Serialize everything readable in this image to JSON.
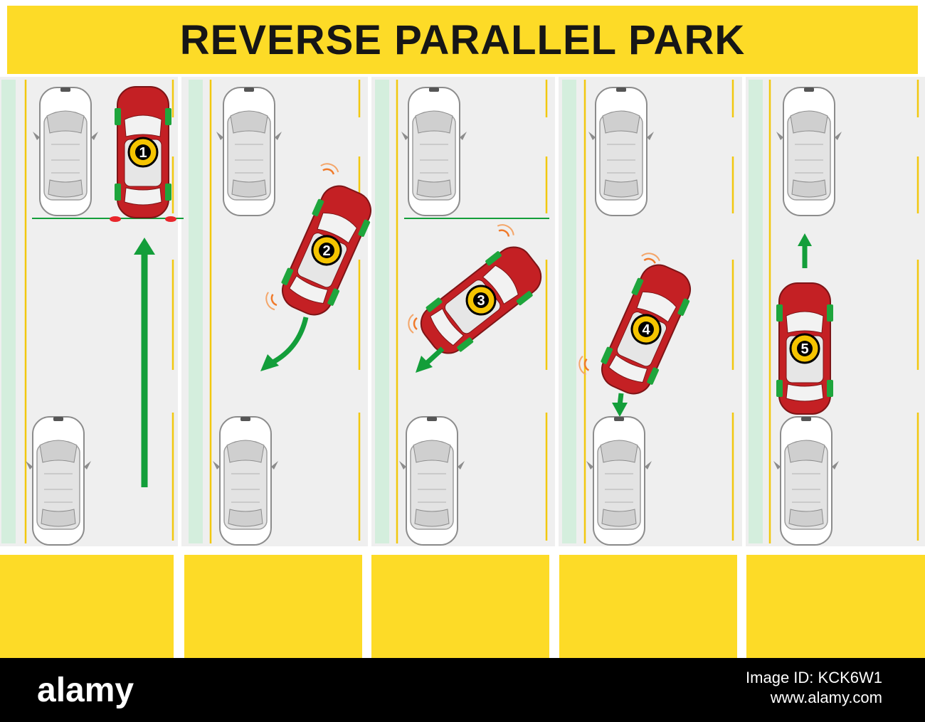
{
  "title": "REVERSE PARALLEL PARK",
  "colors": {
    "road": "#efefef",
    "yellow": "#fddb27",
    "curb_green": "#d4eedd",
    "guide_green": "#139e3a",
    "car_red": "#c42024",
    "parked_car": "#bfbfbf"
  },
  "steps": [
    {
      "label": "1",
      "direction_icon": "arrow-forward-icon"
    },
    {
      "label": "2",
      "direction_icon": "arrow-reverse-curve-icon"
    },
    {
      "label": "3",
      "direction_icon": "arrow-reverse-diagonal-icon"
    },
    {
      "label": "4",
      "direction_icon": "arrow-reverse-down-icon"
    },
    {
      "label": "5",
      "direction_icon": "arrow-forward-short-icon"
    }
  ],
  "footer": {
    "brand": "alamy",
    "image_id": "Image ID: KCK6W1",
    "site": "www.alamy.com"
  }
}
